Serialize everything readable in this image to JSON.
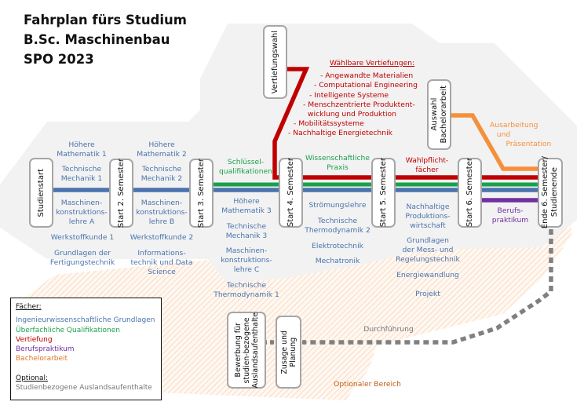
{
  "header": {
    "title_lines": [
      "Fahrplan fürs Studium",
      "B.Sc. Maschinenbau",
      "SPO 2023"
    ]
  },
  "colors": {
    "grundlagen": "#4a73ad",
    "ueberfachlich": "#1aa14a",
    "vertiefung": "#c00000",
    "berufspraktikum": "#7030a0",
    "bachelorarbeit": "#f4903c",
    "optional": "#767676",
    "background_area": "#f2f2f2",
    "optional_area": "#fbe5d6"
  },
  "milestones": [
    {
      "id": "studienstart",
      "label": "Studienstart"
    },
    {
      "id": "start2",
      "label": "Start 2. Semester"
    },
    {
      "id": "start3",
      "label": "Start 3. Semester"
    },
    {
      "id": "start4",
      "label": "Start 4. Semester"
    },
    {
      "id": "start5",
      "label": "Start 5. Semester"
    },
    {
      "id": "start6",
      "label": "Start 6. Semester"
    },
    {
      "id": "ende",
      "label_lines": [
        "Ende 6. Semester/",
        "Studienende"
      ]
    }
  ],
  "decision_boxes": {
    "vertiefungswahl": "Vertiefungswahl",
    "bachelorarbeit_lines": [
      "Auswahl",
      "Bachelorarbeit"
    ],
    "bewerbung_lines": [
      "Bewerbung für",
      "studien-bezogene",
      "Auslandsaufenthalte"
    ],
    "zusage_lines": [
      "Zusage und",
      "Planung"
    ]
  },
  "semesters": {
    "s1_top": [
      "Höhere Mathematik 1",
      "Technische Mechanik 1"
    ],
    "s1_bottom": [
      "Maschinen-konstruktions-lehre A",
      "Werkstoffkunde 1",
      "Grundlagen der Fertigungstechnik"
    ],
    "s2_top": [
      "Höhere Mathematik 2",
      "Technische Mechanik 2"
    ],
    "s2_bottom": [
      "Maschinen-konstruktions-lehre B",
      "Werkstoffkunde 2",
      "Informations-technik und Data Science"
    ],
    "s3_green": "Schlüssel-qualifikationen",
    "s3_bottom": [
      "Höhere Mathematik 3",
      "Technische Mechanik 3",
      "Maschinen-konstruktions-lehre C",
      "Technische Thermodynamik 1"
    ],
    "s4_green": "Wissenschaftliche Praxis",
    "s4_bottom": [
      "Strömungslehre",
      "Technische Thermodynamik 2",
      "Elektrotechnik",
      "Mechatronik"
    ],
    "s5_red": "Wahlpflicht-fächer",
    "s5_bottom": [
      "Nachhaltige Produktions-wirtschaft",
      "Grundlagen der Mess- und Regelungstechnik",
      "Energiewandlung",
      "Projekt"
    ],
    "s6_purple": "Berufs-praktikum",
    "s6_orange": "Ausarbeitung und Präsentation"
  },
  "vertiefungen": {
    "heading": "Wählbare Vertiefungen:",
    "items": [
      "- Angewandte Materialien",
      "- Computational Engineering",
      "- Intelligente Systeme",
      "- Menschzentrierte Produktent-",
      "wicklung und Produktion",
      "- Mobilitätssysteme",
      "- Nachhaltige Energietechnik"
    ]
  },
  "optional_path": {
    "durchfuehrung": "Durchführung",
    "area_label": "Optionaler Bereich"
  },
  "legend": {
    "faecher_heading": "Fächer:",
    "items": [
      {
        "label": "Ingenieurwissenschaftliche Grundlagen",
        "color": "#4a73ad"
      },
      {
        "label": "Überfachliche Qualifikationen",
        "color": "#1aa14a"
      },
      {
        "label": "Vertiefung",
        "color": "#c00000"
      },
      {
        "label": "Berufspraktikum",
        "color": "#7030a0"
      },
      {
        "label": "Bachelorarbeit",
        "color": "#f4903c"
      }
    ],
    "optional_heading": "Optional:",
    "optional_item": "Studienbezogene Auslandsaufenthalte"
  }
}
